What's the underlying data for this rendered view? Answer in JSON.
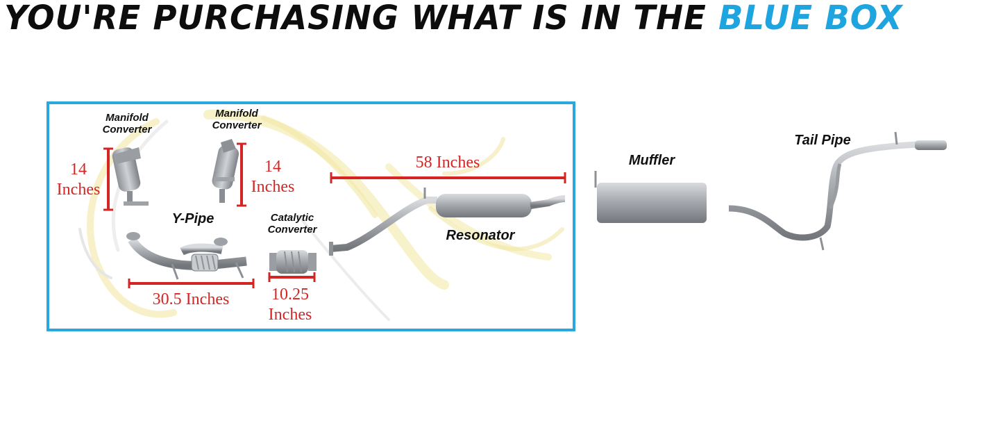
{
  "header": {
    "title_main": "YOU'RE PURCHASING WHAT IS IN THE",
    "title_accent": "BLUE BOX",
    "accent_color": "#1ea4de"
  },
  "box": {
    "border_color": "#29a8e0"
  },
  "parts": {
    "manifold_converter_left": {
      "line1": "Manifold",
      "line2": "Converter"
    },
    "manifold_converter_right": {
      "line1": "Manifold",
      "line2": "Converter"
    },
    "y_pipe": "Y-Pipe",
    "catalytic_converter": {
      "line1": "Catalytic",
      "line2": "Converter"
    },
    "resonator": "Resonator",
    "muffler": "Muffler",
    "tail_pipe": "Tail Pipe"
  },
  "dimensions": {
    "manifold_left": {
      "value": "14",
      "unit": "Inches"
    },
    "manifold_right": {
      "value": "14",
      "unit": "Inches"
    },
    "y_pipe_length": "30.5 Inches",
    "catalytic_length": {
      "value": "10.25",
      "unit": "Inches"
    },
    "resonator_pipe_length": "58 Inches",
    "color": "#d42424"
  }
}
